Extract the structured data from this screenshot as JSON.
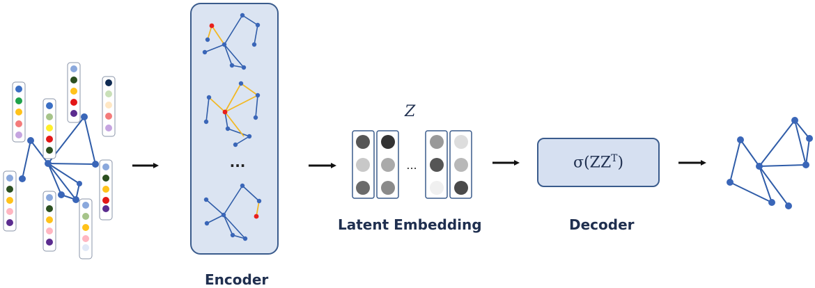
{
  "labels": {
    "encoder": "Encoder",
    "latent": "Latent Embedding",
    "decoder": "Decoder",
    "z_symbol": "Z",
    "decoder_formula": "σ(ZZ",
    "decoder_formula_sup": "T",
    "decoder_formula_close": ")",
    "ellipsis_encoder": "...",
    "ellipsis_latent": "..."
  },
  "colors": {
    "edge": "#2f5ca8",
    "node": "#3a66b8",
    "highlight_edge": "#f2b824",
    "highlight_node": "#e8201c",
    "panel_fill": "#dbe4f2",
    "panel_border": "#3a5b8c",
    "arrow": "#111111",
    "feature_palette": [
      "#6f93d1",
      "#1ea24a",
      "#ffc21a",
      "#f47b7b",
      "#c5a4e0",
      "#2b4f1f",
      "#ffef29",
      "#e31717",
      "#5b2c8f",
      "#ffb6c1",
      "#a6c48a",
      "#ffe7c4",
      "#0f2a52",
      "#c9e0b8",
      "#e0e8f7"
    ],
    "latent_grays": [
      "#555555",
      "#c8c8c8",
      "#6a6a6a",
      "#333333",
      "#aaaaaa",
      "#8a8a8a",
      "#999999",
      "#777777",
      "#f0f0f0",
      "#dddddd",
      "#b8b8b8",
      "#555555"
    ]
  }
}
